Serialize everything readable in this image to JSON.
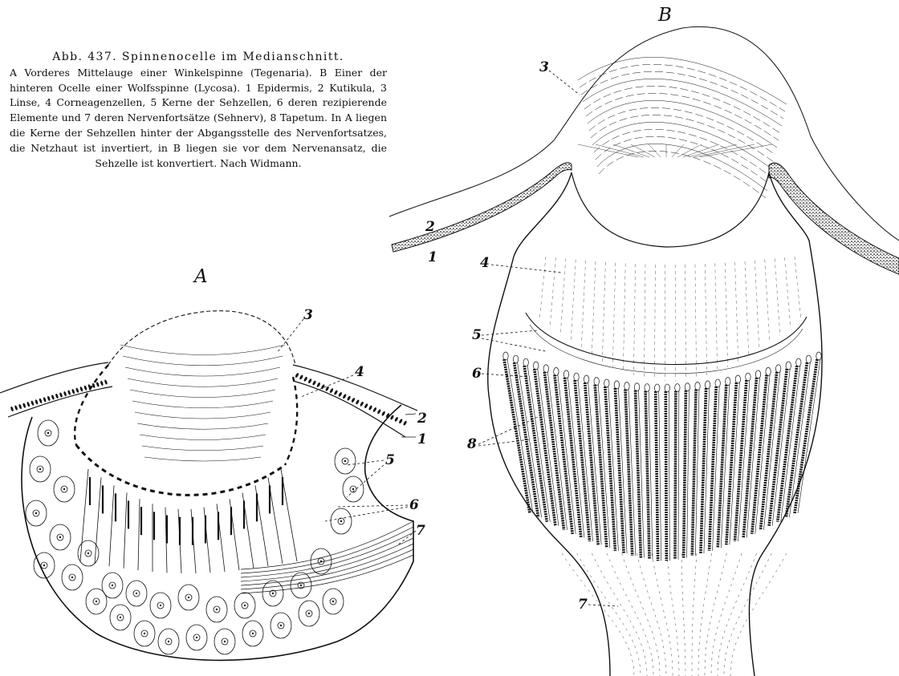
{
  "caption": {
    "title": "Abb. 437. Spinnenocelle im Medianschnitt.",
    "body": "A Vorderes Mittelauge einer Winkelspinne (Tegenaria). B Einer der hinteren Ocelle einer Wolfsspinne (Lycosa). 1 Epidermis, 2 Kutikula, 3 Linse, 4 Corneagenzellen, 5 Kerne der Sehzellen, 6 deren rezipierende Elemente und 7 deren Nervenfortsätze (Sehnerv), 8 Tapetum. In A liegen die Kerne der Sehzellen hinter der Abgangsstelle des Nervenfortsatzes, die Netzhaut ist invertiert, in B liegen sie vor dem Nervenansatz, die Sehzelle ist konvertiert. Nach Widmann."
  },
  "panels": {
    "a": {
      "letter": "A",
      "labels": {
        "l1": "1",
        "l2": "2",
        "l3": "3",
        "l4": "4",
        "l5": "5",
        "l6": "6",
        "l7": "7"
      }
    },
    "b": {
      "letter": "B",
      "labels": {
        "l1": "1",
        "l2": "2",
        "l3": "3",
        "l4": "4",
        "l5": "5",
        "l6": "6",
        "l7": "7",
        "l8": "8"
      }
    }
  },
  "colors": {
    "ink": "#111111",
    "paper": "#ffffff",
    "stipple": "#555555"
  }
}
